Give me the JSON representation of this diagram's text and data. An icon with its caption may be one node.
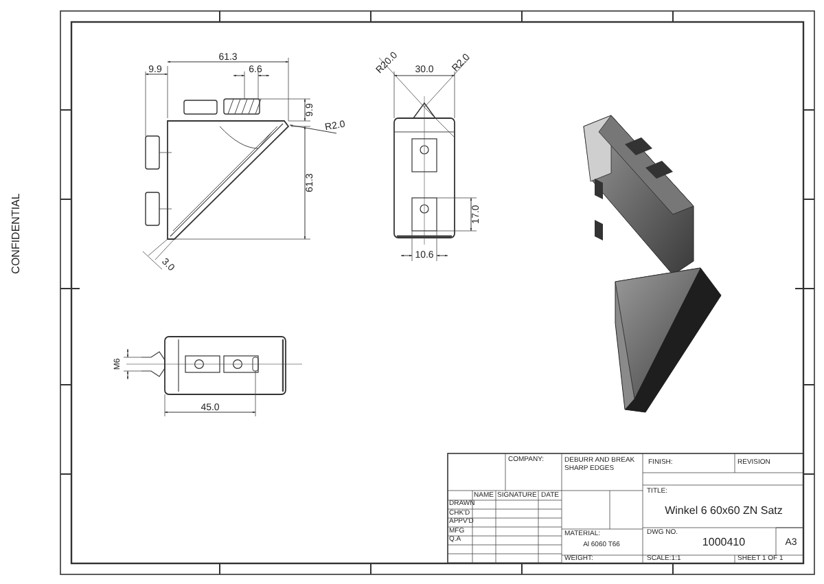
{
  "diagram": {
    "labels": [
      "9.9",
      "61.3",
      "6.6",
      "9.9",
      "R2.0",
      "61.3",
      "3.0",
      "R20.0",
      "30.0",
      "R2.0",
      "17.0",
      "10.6",
      "M6",
      "45.0",
      "CONFIDENTIAL",
      "COMPANY:",
      "DEBURR AND BREAK SHARP EDGES",
      "FINISH:",
      "REVISION",
      "NAME",
      "SIGNATURE",
      "DATE",
      "DRAWN",
      "CHK'D",
      "APPV'D",
      "MFG",
      "Q.A",
      "TITLE:",
      "Winkel 6 60x60 ZN Satz",
      "MATERIAL:",
      "Al 6060 T66",
      "DWG NO.",
      "1000410",
      "A3",
      "WEIGHT:",
      "SCALE:1:1",
      "SHEET 1 OF 1"
    ]
  }
}
